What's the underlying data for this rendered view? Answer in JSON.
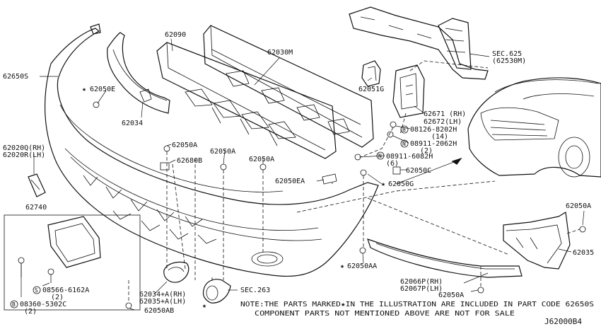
{
  "labels": {
    "p62650s": "62650S",
    "p62050e": "62050E",
    "p62034_top": "62034",
    "p62090": "62090",
    "p62030m": "62030M",
    "p62051g": "62051G",
    "sec625": "SEC.625",
    "sec625_sub": "(62530M)",
    "p62671": "62671 (RH)",
    "p62672": "62672(LH)",
    "p08126": "08126-8202H",
    "p08126_qty": "(14)",
    "p08911_2062": "08911-2062H",
    "p08911_2062_qty": "(2)",
    "p08911_6082": "08911-6082H",
    "p08911_6082_qty": "(6)",
    "p62050c": "62050C",
    "p62020q": "62020Q(RH)",
    "p62020r": "62020R(LH)",
    "p62050a_1": "62050A",
    "p62680b": "62680B",
    "p62050a_2": "62050A",
    "p62050a_3": "62050A",
    "p62050ea": "62050EA",
    "p62050g": "62050G",
    "p62740": "62740",
    "p62050a_right": "62050A",
    "p62035": "62035",
    "p62050aa": "62050AA",
    "p62066p": "62066P(RH)",
    "p62067p": "62067P(LH)",
    "p62050a_bottom": "62050A",
    "p08566": "08566-6162A",
    "p08566_qty": "(2)",
    "p08360": "08360-5302C",
    "p08360_qty": "(2)",
    "p62034a": "62034+A(RH)",
    "p62035a": "62035+A(LH)",
    "p62050ab": "62050AB",
    "sec263": "SEC.263",
    "note_line1": "NOTE:THE PARTS MARKED★IN THE ILLUSTRATION ARE INCLUDED IN PART CODE 62650S",
    "note_line2": "COMPONENT PARTS NOT MENTIONED ABOVE ARE NOT FOR SALE",
    "diagram_code": "J62000B4"
  },
  "markers": {
    "star": "★",
    "circle_s": "S",
    "circle_b": "B",
    "circle_n": "N"
  }
}
